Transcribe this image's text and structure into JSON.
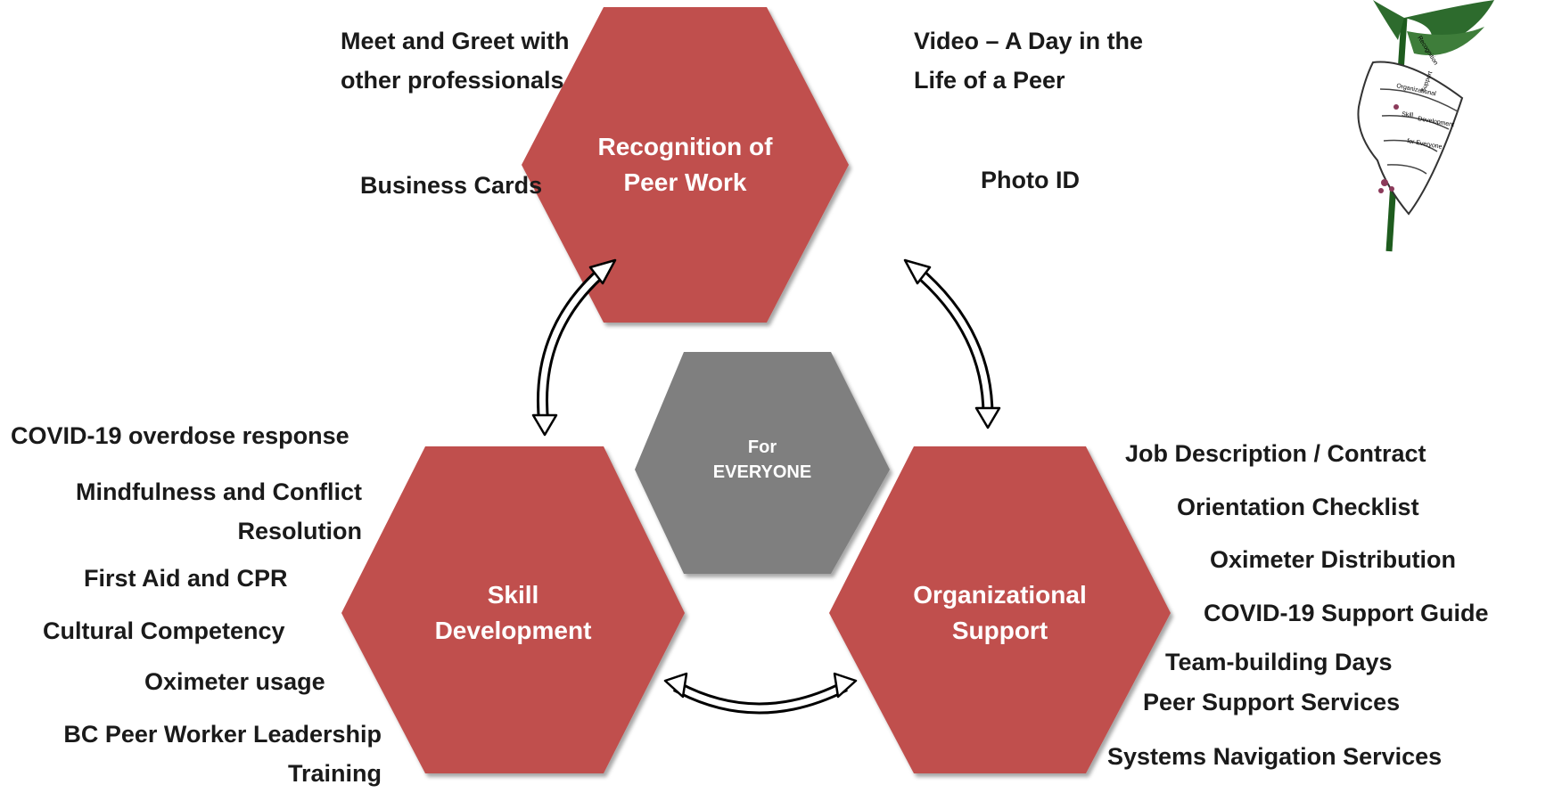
{
  "hexagons": {
    "recognition": {
      "line1": "Recognition of",
      "line2": "Peer Work"
    },
    "center": {
      "line1": "For",
      "line2": "EVERYONE"
    },
    "skill": {
      "line1": "Skill",
      "line2": "Development"
    },
    "organizational": {
      "line1": "Organizational",
      "line2": "Support"
    }
  },
  "recognition_items": {
    "meet_line1": "Meet and Greet with",
    "meet_line2": "other professionals",
    "video_line1": "Video – A Day in the",
    "video_line2": "Life of a Peer",
    "business_cards": "Business Cards",
    "photo_id": "Photo ID"
  },
  "skill_items": {
    "covid_overdose": "COVID-19 overdose response",
    "mindfulness_line1": "Mindfulness and Conflict",
    "mindfulness_line2": "Resolution",
    "first_aid": "First Aid and CPR",
    "cultural": "Cultural Competency",
    "oximeter_usage": "Oximeter usage",
    "bc_line1": "BC Peer Worker Leadership",
    "bc_line2": "Training"
  },
  "organizational_items": {
    "job_description": "Job Description / Contract",
    "orientation": "Orientation Checklist",
    "oximeter_distribution": "Oximeter Distribution",
    "covid_guide": "COVID-19 Support Guide",
    "team_building": "Team-building Days",
    "peer_support": "Peer Support Services",
    "systems_navigation": "Systems Navigation Services"
  },
  "logo": {
    "leaf_words": [
      "Recognition",
      "Organizational",
      "Support",
      "Skill",
      "Development",
      "for Everyone"
    ]
  },
  "colors": {
    "hex_red": "#c0504d",
    "hex_gray": "#7f7f7f",
    "text": "#1a1a1a",
    "arrow_fill": "#ffffff",
    "arrow_stroke": "#000000"
  }
}
